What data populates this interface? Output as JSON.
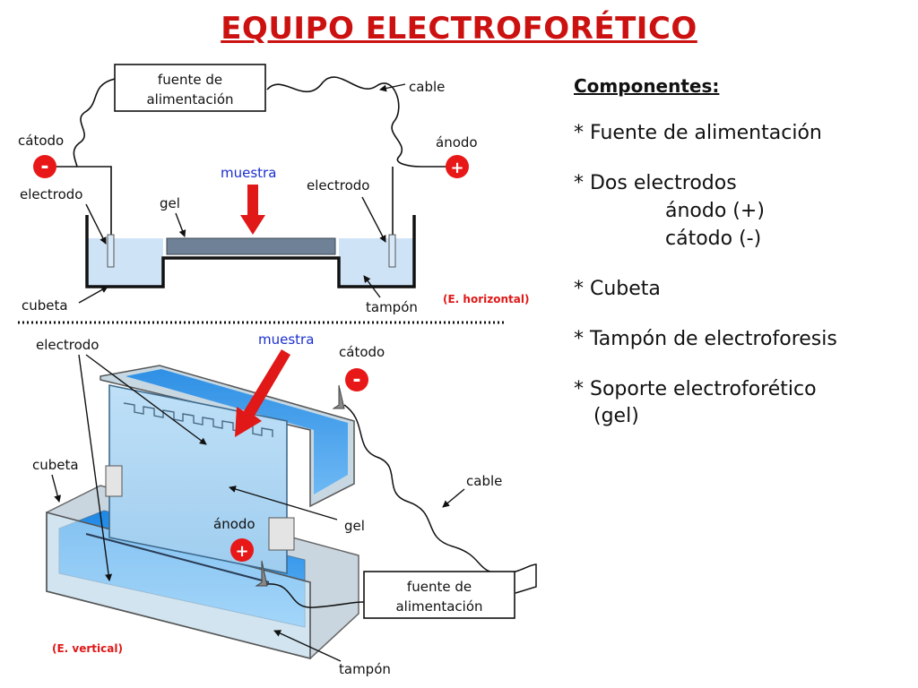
{
  "title": "EQUIPO ELECTROFORÉTICO",
  "horizontal": {
    "power_source_line1": "fuente de",
    "power_source_line2": "alimentación",
    "cable": "cable",
    "cathode": "cátodo",
    "anode": "ánodo",
    "minus": "-",
    "plus": "+",
    "electrode_left": "electrodo",
    "electrode_right": "electrodo",
    "sample": "muestra",
    "gel": "gel",
    "tank": "cubeta",
    "buffer": "tampón",
    "caption": "(E. horizontal)"
  },
  "vertical": {
    "electrode": "electrodo",
    "sample": "muestra",
    "cathode": "cátodo",
    "minus": "-",
    "tank": "cubeta",
    "cable": "cable",
    "anode": "ánodo",
    "plus": "+",
    "gel": "gel",
    "power_source_line1": "fuente de",
    "power_source_line2": "alimentación",
    "buffer": "tampón",
    "caption": "(E. vertical)"
  },
  "components": {
    "heading": "Componentes:",
    "item1": "* Fuente de alimentación",
    "item2": "* Dos electrodos",
    "item2_sub1": "ánodo (+)",
    "item2_sub2": "cátodo (-)",
    "item3": "* Cubeta",
    "item4": "* Tampón de electroforesis",
    "item5_line1": "* Soporte electroforético",
    "item5_line2": "(gel)"
  },
  "colors": {
    "title": "#cc1111",
    "sign_circle": "#e81818",
    "sample_label": "#1a2fd0",
    "buffer_fill": "#cfe3f7",
    "gel_fill": "#6f8196"
  }
}
